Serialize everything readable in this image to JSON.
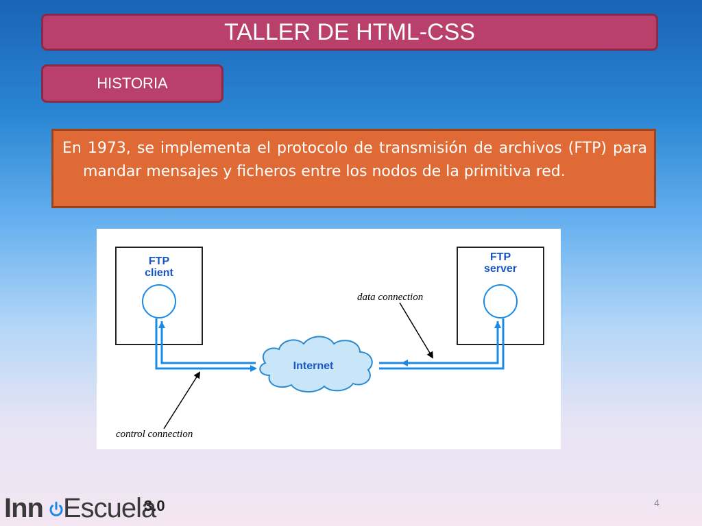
{
  "slide": {
    "title": "TALLER DE HTML-CSS",
    "section": "HISTORIA",
    "body": "En 1973, se implementa el protocolo de transmisión de archivos (FTP) para mandar mensajes y ficheros entre los nodos de la primitiva red.",
    "page_number": "4"
  },
  "diagram": {
    "client_label_line1": "FTP",
    "client_label_line2": "client",
    "server_label_line1": "FTP",
    "server_label_line2": "server",
    "cloud_label": "Internet",
    "data_connection_label": "data connection",
    "control_connection_label": "control connection",
    "colors": {
      "label_blue": "#1a55c8",
      "connection_blue": "#1a8ae6",
      "cloud_fill": "#c8e6f8",
      "cloud_stroke": "#2a8ad0"
    }
  },
  "logo": {
    "inn": "Inn",
    "escuela": "Escuela",
    "version": "3.0",
    "icon": "power-icon",
    "icon_color": "#1a8ae6"
  }
}
